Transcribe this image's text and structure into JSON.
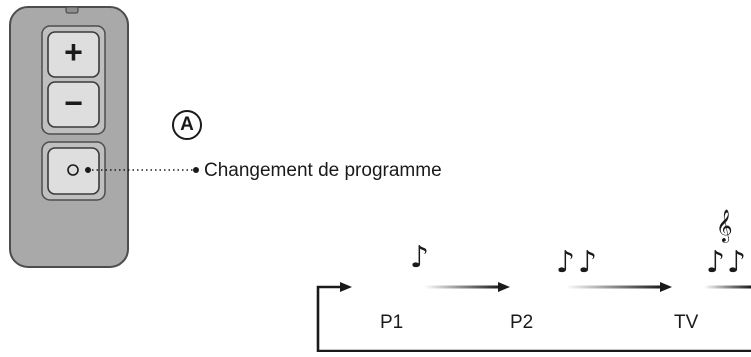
{
  "remote": {
    "plus_symbol": "+",
    "minus_symbol": "−",
    "program_button_icon": "circle-icon"
  },
  "callout": {
    "letter": "A"
  },
  "annotation": {
    "program_button_label": "Changement de programme"
  },
  "program_cycle": {
    "states": [
      {
        "label": "P1",
        "tone_icon": "single-note-icon"
      },
      {
        "label": "P2",
        "tone_icon": "double-note-icon"
      },
      {
        "label": "TV",
        "tone_icon": "clef-and-notes-icon"
      }
    ],
    "note_glyph": "♪",
    "clef_glyph": "𝄞"
  },
  "colors": {
    "remote_body": "#a9a9a9",
    "remote_border": "#4d4d4d",
    "button_face": "#dedede",
    "ink": "#1a1a1a"
  }
}
